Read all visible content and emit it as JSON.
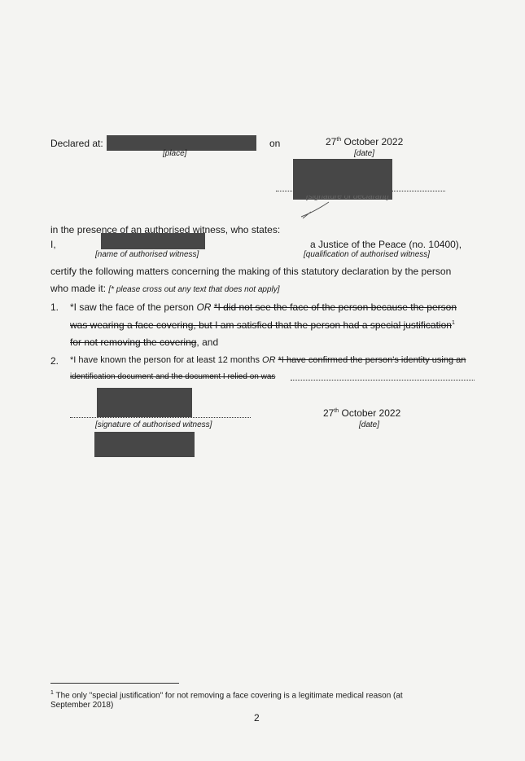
{
  "declaration": {
    "declared_at_label": "Declared at:",
    "place_caption": "[place]",
    "on_label": "on",
    "date_value": "27th October 2022",
    "date_caption": "[date]",
    "declarant_caption": "[signature of declarant]"
  },
  "witness": {
    "intro": "in the presence of an authorised witness, who states:",
    "i_label": "I,",
    "name_caption": "[name of authorised witness]",
    "qualification": "a Justice of the Peace (no. 10400),",
    "qualification_caption": "[qualification of authorised witness]",
    "certify_line1": "certify the following matters concerning the making of this statutory declaration by the person",
    "certify_line2": "who made it:",
    "certify_note": "[* please cross out any text that does not apply]"
  },
  "items": [
    {
      "num": "1.",
      "kept": "*I saw the face of the person",
      "or": "OR",
      "struck_line1": "*I did not see the face of the person because the person",
      "struck_line2": "was wearing a face covering, but I am satisfied that the person had a special justification",
      "footnote_ref": "1",
      "struck_line3": "for not removing the covering",
      "trail": ", and"
    },
    {
      "num": "2.",
      "kept": "*I have known the person for at least 12 months",
      "or": "OR",
      "struck_line1": "*I have confirmed the person's identity using an",
      "struck_line2": "identification document and the document I relied on was"
    }
  ],
  "signoff": {
    "witness_sig_caption": "[signature of authorised witness]",
    "date_value": "27th October 2022",
    "date_caption": "[date]"
  },
  "footnote": {
    "num": "1",
    "line1": "The only \"special justification\" for not removing a face covering is a legitimate medical reason (at",
    "line2": "September 2018)"
  },
  "page_number": "2"
}
